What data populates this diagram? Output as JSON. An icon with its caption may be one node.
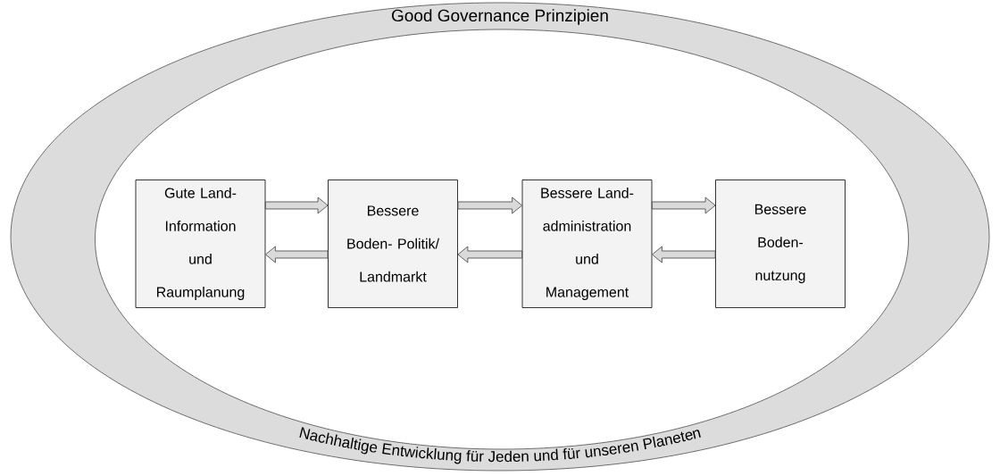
{
  "diagram": {
    "nodes": [
      {
        "text": [
          "Good Governance Prinzipien",
          "Nachhaltige Entwicklung für Jeden und für unseren Planeten"
        ]
      },
      {
        "text": [
          "Gute Land- Information und Raumplanung"
        ],
        "in": 0
      },
      {
        "text": [
          "Bessere Boden- Politik/ Landmarkt"
        ],
        "in": 0
      },
      {
        "text": [
          "Bessere Land- administration und Management"
        ],
        "in": 0
      },
      {
        "text": [
          "Bessere Boden- nutzung"
        ],
        "in": 0
      }
    ],
    "edges": [
      {
        "from": 1,
        "to": 2,
        "arrow": "to"
      },
      {
        "from": 2,
        "to": 1,
        "arrow": "to"
      },
      {
        "from": 2,
        "to": 3,
        "arrow": "to"
      },
      {
        "from": 3,
        "to": 2,
        "arrow": "to"
      },
      {
        "from": 3,
        "to": 4,
        "arrow": "to"
      },
      {
        "from": 4,
        "to": 3,
        "arrow": "to"
      }
    ]
  }
}
